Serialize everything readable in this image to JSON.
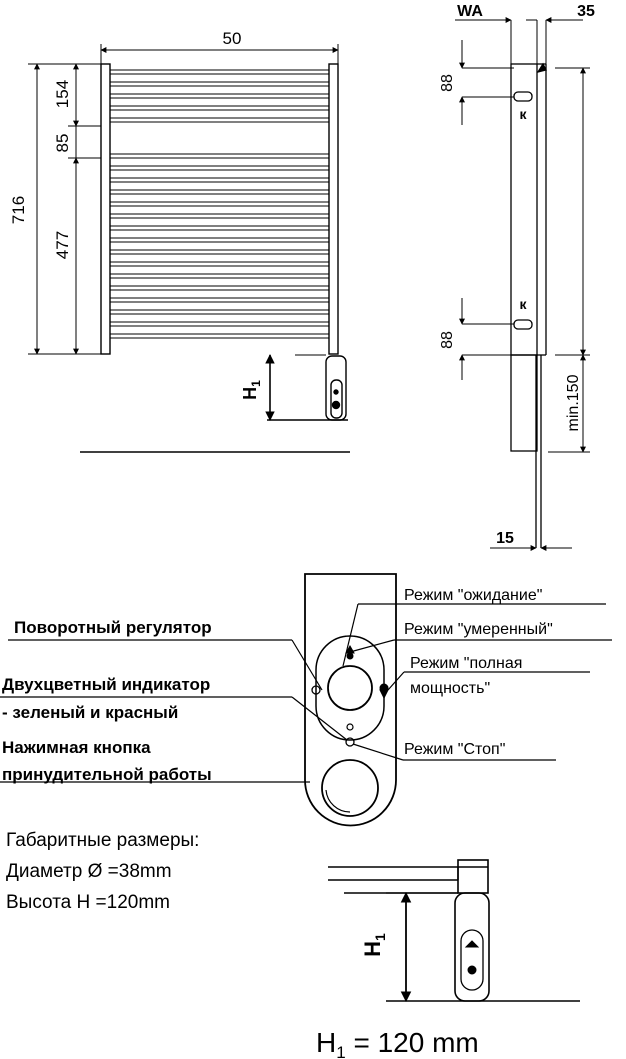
{
  "front_view": {
    "width_label": "50",
    "total_height_label": "716",
    "dim_top_label": "154",
    "dim_mid_label": "85",
    "dim_bottom_label": "477",
    "h1_label": "H",
    "h1_sub": "1"
  },
  "side_view": {
    "wa_label": "WA",
    "depth_label": "35",
    "bracket_top_label": "88",
    "bracket_bottom_label": "88",
    "k_top": "к",
    "k_bottom": "к",
    "min_label": "min.150",
    "offset_label": "15"
  },
  "control_panel": {
    "rotary_label": "Поворотный регулятор",
    "indicator_line1": "Двухцветный индикатор",
    "indicator_line2": "- зеленый и красный",
    "button_line1": "Нажимная кнопка",
    "button_line2": "принудительной работы",
    "mode_standby": "Режим \"ожидание\"",
    "mode_moderate": "Режим \"умеренный\"",
    "mode_full_line1": "Режим \"полная",
    "mode_full_line2": "мощность\"",
    "mode_stop": "Режим \"Стоп\""
  },
  "dimensions": {
    "heading": "Габаритные размеры:",
    "diameter": "Диаметр Ø =38mm",
    "height": "Высота H =120mm"
  },
  "detail": {
    "h1_label": "H",
    "h1_sub": "1",
    "formula_h": "H",
    "formula_sub": "1",
    "formula_value": " = 120 mm"
  }
}
